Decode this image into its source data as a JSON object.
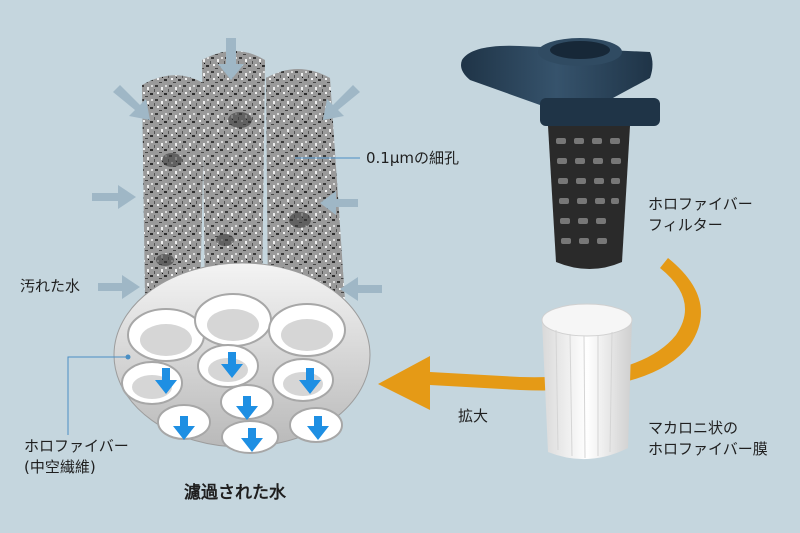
{
  "labels": {
    "pore": "0.1μmの細孔",
    "dirty_water": "汚れた水",
    "fiber_name_line1": "ホロファイバー",
    "fiber_name_line2": "(中空繊維)",
    "filtered_water": "濾過された水",
    "product_line1": "ホロファイバー",
    "product_line2": "フィルター",
    "magnify": "拡大",
    "membrane_line1": "マカロニ状の",
    "membrane_line2": "ホロファイバー膜"
  },
  "colors": {
    "background": "#c5d6de",
    "inflow_arrow": "#9fb7c6",
    "flow_arrow": "#1e8fe3",
    "magnify_arrow": "#e59a16",
    "cap": "#2b4257",
    "fiber_tube": "#e8e8e8"
  },
  "icons": [
    "inflow-arrow-icon",
    "down-flow-arrow-icon",
    "magnify-arrow-icon"
  ]
}
